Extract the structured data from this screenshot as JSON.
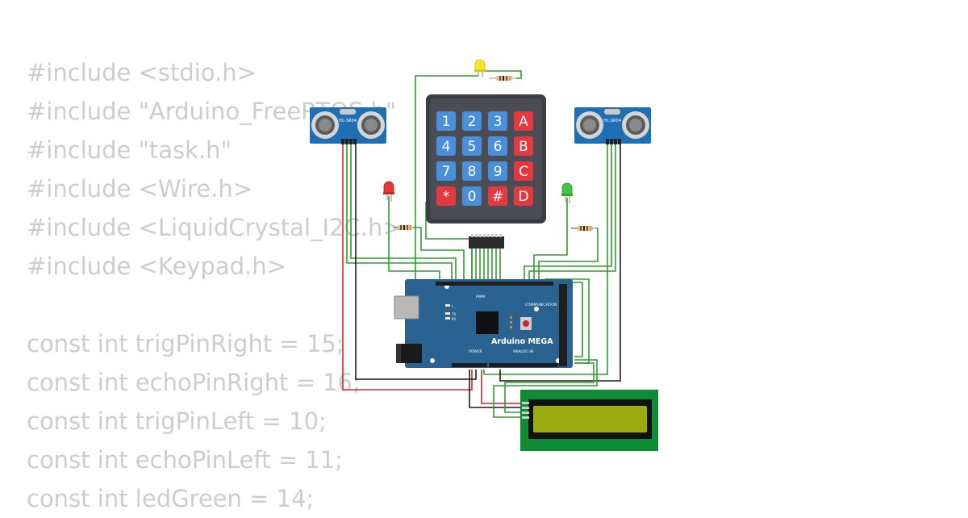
{
  "code_lines": [
    "#include <stdio.h>",
    "#include \"Arduino_FreeRTOS.h\"",
    "#include \"task.h\"",
    "#include <Wire.h>",
    "#include <LiquidCrystal_I2C.h>",
    "#include <Keypad.h>",
    "",
    "const int trigPinRight = 15;",
    "const int echoPinRight = 16;",
    "const int trigPinLeft = 10;",
    "const int echoPinLeft = 11;",
    "const int ledGreen = 14;"
  ],
  "keypad": {
    "keys": [
      "1",
      "2",
      "3",
      "A",
      "4",
      "5",
      "6",
      "B",
      "7",
      "8",
      "9",
      "C",
      "*",
      "0",
      "#",
      "D"
    ],
    "colors": {
      "body": "#3a3d42",
      "digit_key": "#4a8fdb",
      "letter_key": "#e5393f"
    }
  },
  "board": {
    "name": "Arduino MEGA",
    "labels": {
      "pwm": "PWM",
      "communication": "COMMUNICATION",
      "power": "POWER",
      "analog": "ANALOG IN",
      "l": "L",
      "tx": "TX",
      "rx": "RX"
    },
    "color": "#2a6291"
  },
  "sensor_left": {
    "label": "HC-SR04"
  },
  "sensor_right": {
    "label": "HC-SR04"
  },
  "leds": {
    "yellow": "#f5e62b",
    "red": "#e53935",
    "green": "#43c542"
  },
  "lcd": {
    "pcb_color": "#0f8a35",
    "screen_color": "#9aac10"
  },
  "wire_colors": {
    "signal": "#2f9e2f",
    "power": "#d62828",
    "ground": "#1a1a1a"
  }
}
